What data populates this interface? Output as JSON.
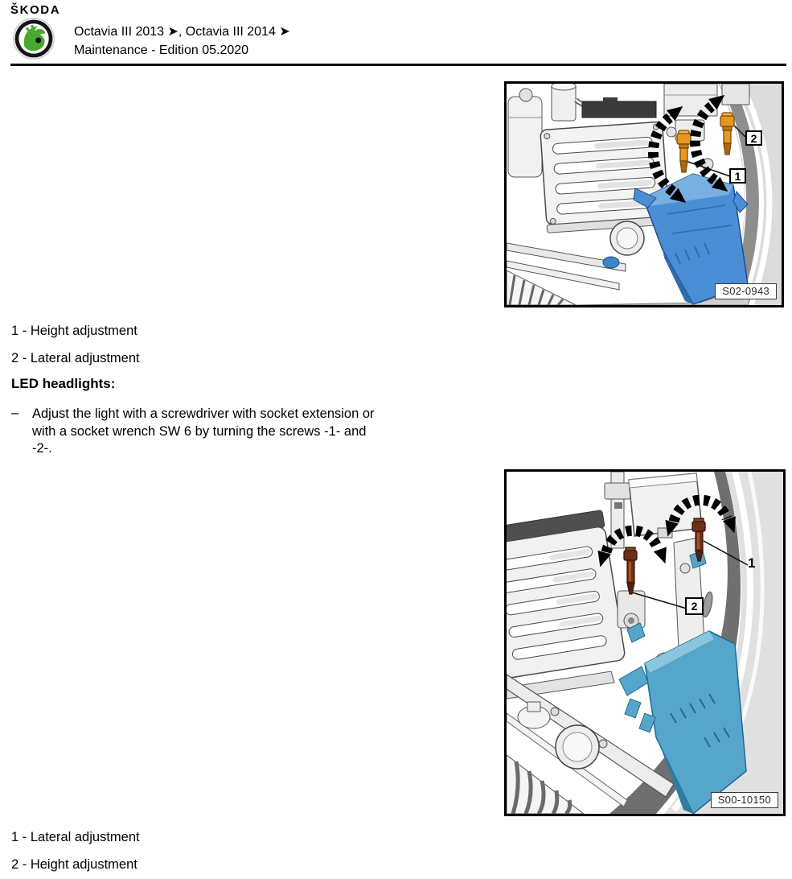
{
  "header": {
    "wordmark": "ŠKODA",
    "model_line": "Octavia III 2013 ➤, Octavia III 2014 ➤",
    "edition_line": "Maintenance - Edition 05.2020"
  },
  "figure1": {
    "callout1": "1",
    "callout2": "2",
    "id_label": "S02-0943"
  },
  "captions_top": [
    {
      "text": "1 - Height adjustment"
    },
    {
      "text": "2 - Lateral adjustment"
    }
  ],
  "section": {
    "heading": "LED headlights:",
    "bullet_dash": "–",
    "instruction_lines": [
      "Adjust the light with a screwdriver with socket extension or",
      "with a socket wrench SW 6 by turning the screws -1- and",
      "-2-."
    ]
  },
  "figure2": {
    "callout1": "1",
    "callout2": "2",
    "id_label": "S00-10150"
  },
  "captions_bottom": [
    {
      "text": "1 - Lateral adjustment"
    },
    {
      "text": "2 - Height adjustment"
    }
  ],
  "colors": {
    "headlight_blue_fig1": "#4a8ed6",
    "headlight_cyan_fig2": "#55a6ca",
    "screw_orange": "#e8971f",
    "screw_brown": "#6e3015",
    "skoda_green": "#4ba82e"
  }
}
